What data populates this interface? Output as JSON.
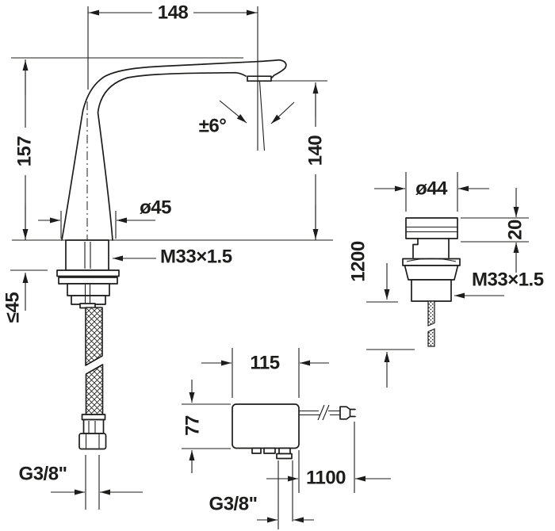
{
  "colors": {
    "line": "#1d1d1b",
    "background": "#ffffff"
  },
  "dimensions": {
    "spout_reach": "148",
    "height_to_spout_top": "157",
    "stream_angle": "±6°",
    "outlet_height": "140",
    "body_diameter": "ø45",
    "body_thread": "M33×1.5",
    "max_mounting_thickness": "≤45",
    "supply_connection": "G3/8\"",
    "drain_diameter": "ø44",
    "drain_cap_height": "20",
    "drain_cable_length": "1200",
    "drain_thread": "M33×1.5",
    "control_box_width": "115",
    "control_box_height": "77",
    "power_cord_length": "1100",
    "control_box_connection": "G3/8\""
  }
}
